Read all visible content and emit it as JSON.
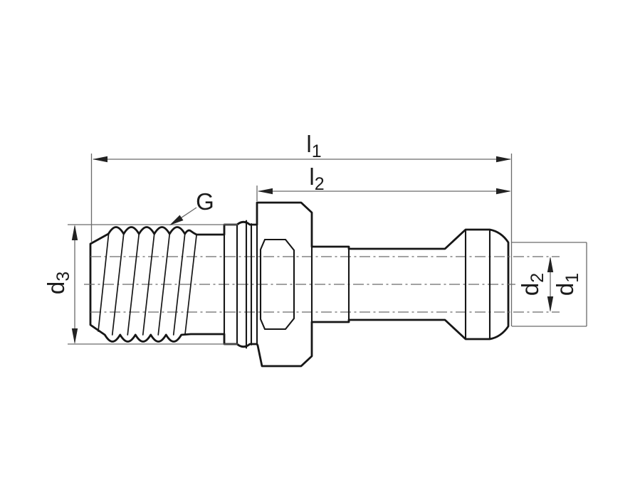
{
  "drawing_type": "technical-drawing-pull-stud",
  "labels": {
    "l1": {
      "main": "l",
      "sub": "1"
    },
    "l2": {
      "main": "l",
      "sub": "2"
    },
    "g": {
      "main": "G",
      "sub": ""
    },
    "d3": {
      "main": "d",
      "sub": "3"
    },
    "d2": {
      "main": "d",
      "sub": "2"
    },
    "d1": {
      "main": "d",
      "sub": "1"
    }
  },
  "colors": {
    "background": "#ffffff",
    "outline": "#161616",
    "thin": "#6a6a6a",
    "arrow": "#222222",
    "text": "#1b1b1b"
  }
}
